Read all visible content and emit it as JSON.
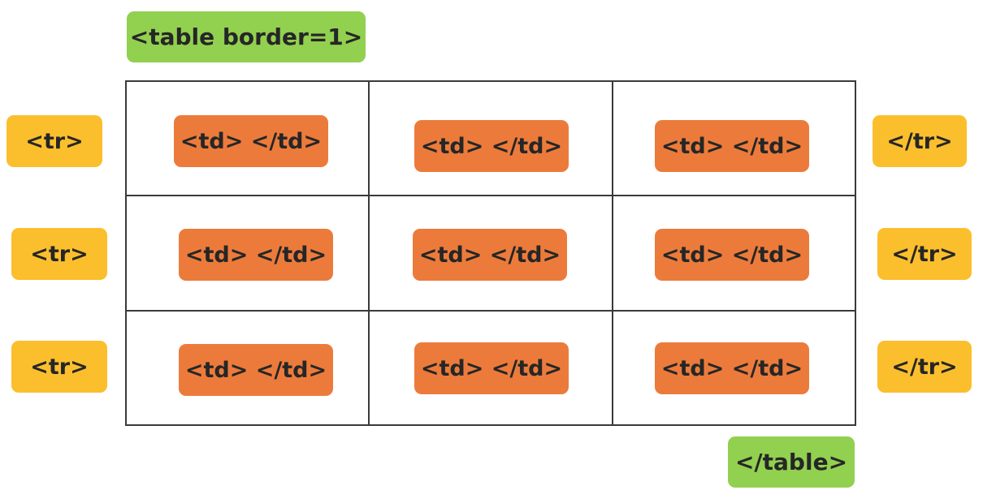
{
  "table": {
    "open_tag": "<table border=1>",
    "close_tag": "</table>",
    "rows": [
      {
        "open_tag": "<tr>",
        "close_tag": "</tr>",
        "cells": [
          "<td> </td>",
          "<td> </td>",
          "<td> </td>"
        ]
      },
      {
        "open_tag": "<tr>",
        "close_tag": "</tr>",
        "cells": [
          "<td> </td>",
          "<td> </td>",
          "<td> </td>"
        ]
      },
      {
        "open_tag": "<tr>",
        "close_tag": "</tr>",
        "cells": [
          "<td> </td>",
          "<td> </td>",
          "<td> </td>"
        ]
      }
    ]
  },
  "colors": {
    "table_tag": "#92d050",
    "row_tag": "#fbbf2d",
    "cell_tag": "#ec7b3b",
    "grid_line": "#3a3a3a",
    "text": "#262626"
  }
}
